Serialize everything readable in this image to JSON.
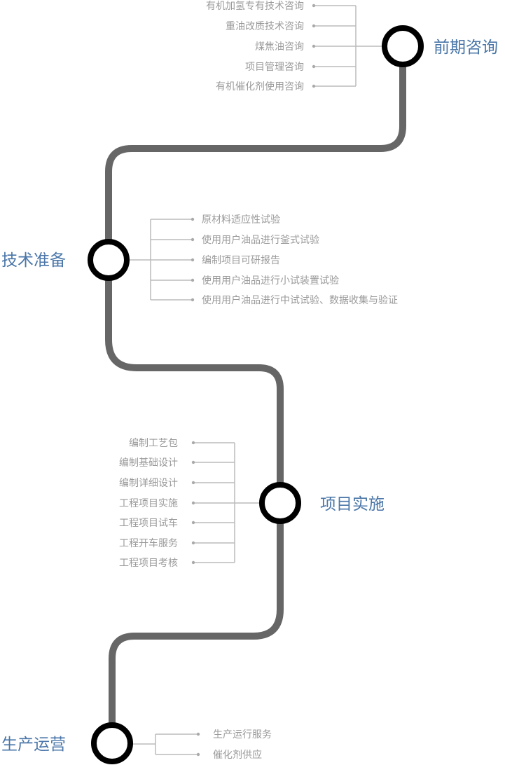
{
  "stages": [
    {
      "title": "前期咨询",
      "items": [
        "有机加氢专有技术咨询",
        "重油改质技术咨询",
        "煤焦油咨询",
        "项目管理咨询",
        "有机催化剂使用咨询"
      ]
    },
    {
      "title": "技术准备",
      "items": [
        "原材料适应性试验",
        "使用用户油品进行釜式试验",
        "编制项目可研报告",
        "使用用户油品进行小试装置试验",
        "使用用户油品进行中试试验、数据收集与验证"
      ]
    },
    {
      "title": "项目实施",
      "items": [
        "编制工艺包",
        "编制基础设计",
        "编制详细设计",
        "工程项目实施",
        "工程项目试车",
        "工程开车服务",
        "工程项目考核"
      ]
    },
    {
      "title": "生产运营",
      "items": [
        "生产运行服务",
        "催化剂供应"
      ]
    }
  ],
  "colors": {
    "path": "#666666",
    "node_ring": "#000000",
    "title": "#4a76a8",
    "item_text": "#9a9a9a",
    "bracket": "#bbbbbb"
  }
}
